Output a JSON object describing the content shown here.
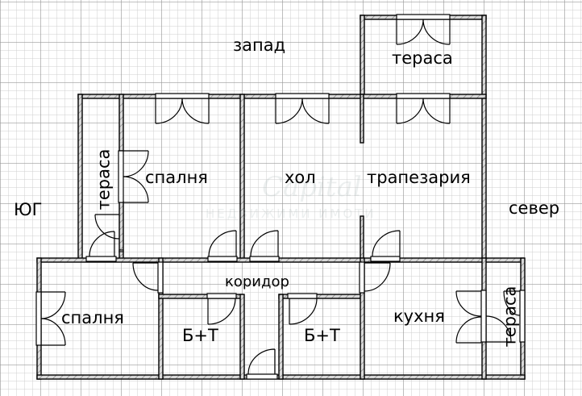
{
  "plan": {
    "directions": {
      "west": "запад",
      "south": "ЮГ",
      "north": "север"
    },
    "rooms": [
      {
        "id": "terrace-top",
        "label": "тераса"
      },
      {
        "id": "terrace-left",
        "label": "тераса"
      },
      {
        "id": "bedroom-1",
        "label": "спалня"
      },
      {
        "id": "living-room",
        "label": "хол"
      },
      {
        "id": "dining-room",
        "label": "трапезария"
      },
      {
        "id": "corridor",
        "label": "коридор"
      },
      {
        "id": "bedroom-2",
        "label": "спалня"
      },
      {
        "id": "bathroom-1",
        "label": "Б+Т"
      },
      {
        "id": "bathroom-2",
        "label": "Б+Т"
      },
      {
        "id": "kitchen",
        "label": "кухня"
      },
      {
        "id": "terrace-right",
        "label": "тераса"
      }
    ],
    "watermark": {
      "script": "Capital",
      "subtitle": "НЕДВИЖИМИ ИМОТИ"
    }
  },
  "colors": {
    "background": "#ffffff",
    "grid_minor": "#c8c8c8",
    "grid_major": "#9a9a9a",
    "wall_line": "#000000",
    "wall_fill": "#bdbdbd"
  }
}
